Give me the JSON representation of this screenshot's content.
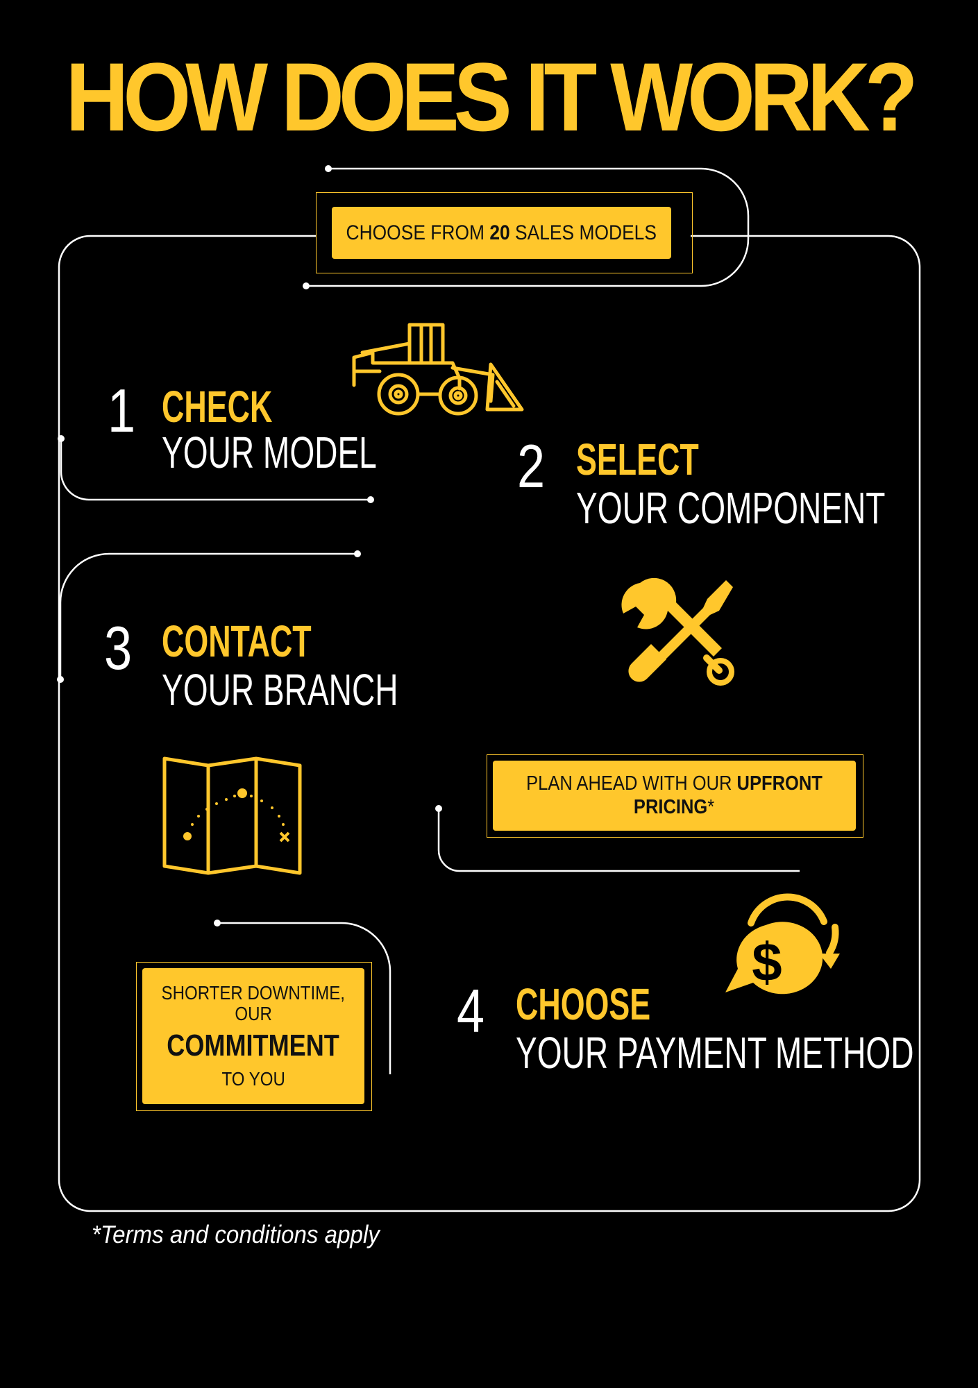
{
  "headline": "HOW DOES IT WORK?",
  "callouts": {
    "models": {
      "text_before": "CHOOSE FROM ",
      "text_bold": "20",
      "text_after": " SALES MODELS"
    },
    "pricing": {
      "text_before": "PLAN AHEAD WITH OUR ",
      "text_bold": "UPFRONT",
      "line2_bold": "PRICING",
      "line2_after": "*"
    },
    "commitment": {
      "line1": "SHORTER DOWNTIME,",
      "line2": "OUR",
      "line3_bold": "COMMITMENT",
      "line4": "TO YOU"
    }
  },
  "steps": [
    {
      "number": "1",
      "verb": "CHECK",
      "object": "YOUR MODEL"
    },
    {
      "number": "2",
      "verb": "SELECT",
      "object": "YOUR COMPONENT"
    },
    {
      "number": "3",
      "verb": "CONTACT",
      "object": "YOUR BRANCH"
    },
    {
      "number": "4",
      "verb": "CHOOSE",
      "object": "YOUR PAYMENT METHOD"
    }
  ],
  "icons": {
    "step1": "wheel-loader-icon",
    "step2": "wrench-screwdriver-icon",
    "step3": "map-route-icon",
    "step4": "dollar-speech-bubble-icon"
  },
  "footnote": "*Terms and conditions apply",
  "colors": {
    "accent": "#FFC72C",
    "background": "#000000",
    "line": "#FFFFFF",
    "callout_text": "#111111"
  }
}
